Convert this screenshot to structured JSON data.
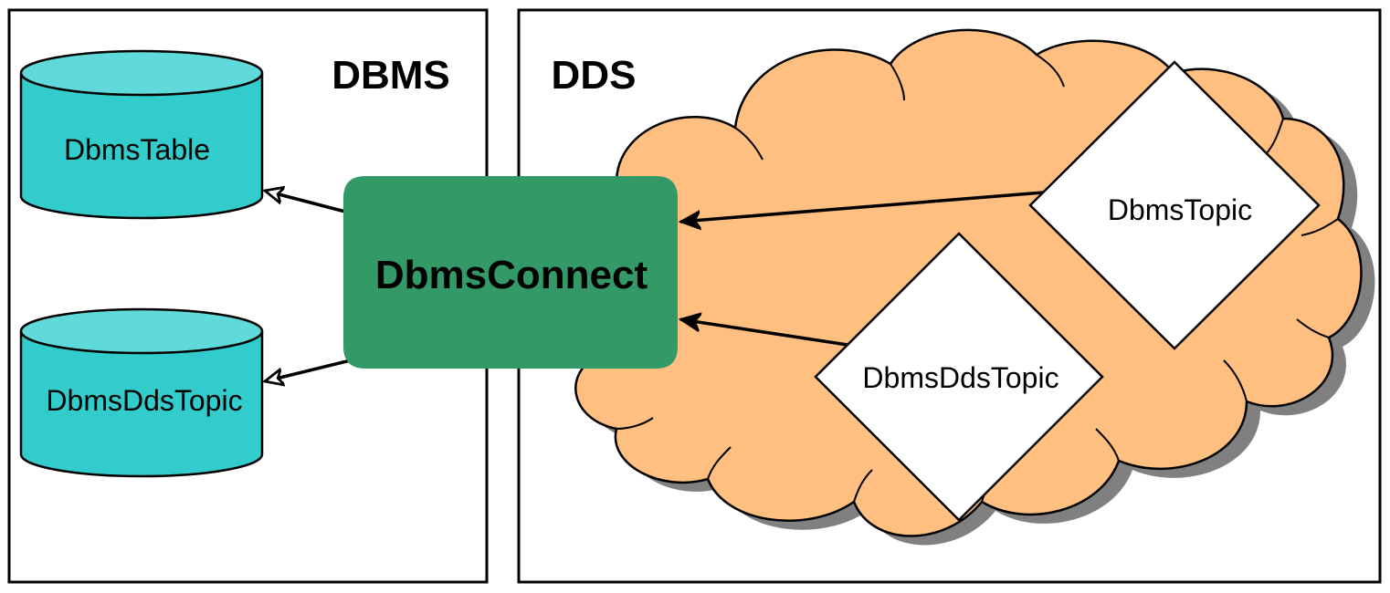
{
  "panels": {
    "dbms": {
      "title": "DBMS"
    },
    "dds": {
      "title": "DDS"
    }
  },
  "nodes": {
    "dbms_table": {
      "label": "DbmsTable"
    },
    "dbms_dds_topic_table": {
      "label": "DbmsDdsTopic"
    },
    "dbms_connect": {
      "label": "DbmsConnect"
    },
    "dbms_topic": {
      "label": "DbmsTopic"
    },
    "dbms_dds_topic": {
      "label": "DbmsDdsTopic"
    }
  },
  "colors": {
    "cylinder_body": "#33cccc",
    "cylinder_top": "#5fd9d9",
    "connect_box": "#339966",
    "cloud_fill": "#ffbf80",
    "cloud_shadow": "#808080",
    "diamond_fill": "#ffffff",
    "outline": "#000000"
  },
  "icons": {
    "database": "database-cylinder-icon",
    "cloud": "dds-cloud-shape",
    "topic": "topic-diamond-shape"
  }
}
